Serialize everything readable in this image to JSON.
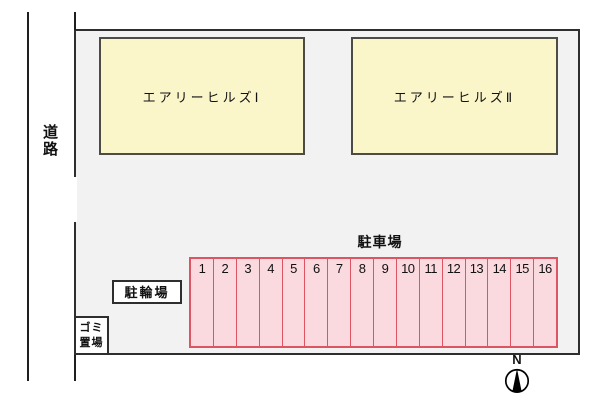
{
  "road": {
    "label": "道路"
  },
  "buildings": [
    {
      "id": "building-1",
      "label": "エアリーヒルズⅠ"
    },
    {
      "id": "building-2",
      "label": "エアリーヒルズⅡ"
    }
  ],
  "parking": {
    "label": "駐車場",
    "spaces": [
      "1",
      "2",
      "3",
      "4",
      "5",
      "6",
      "7",
      "8",
      "9",
      "10",
      "11",
      "12",
      "13",
      "14",
      "15",
      "16"
    ]
  },
  "bicycle_parking": {
    "label": "駐輪場"
  },
  "garbage_area": {
    "lines": [
      "ゴミ",
      "置場"
    ]
  },
  "compass": {
    "label": "N"
  },
  "colors": {
    "site_fill": "#f2f2f2",
    "outline": "#2e2e2e",
    "building_fill": "#fbf6ca",
    "building_border": "#4c4c44",
    "parking_fill": "#fad9df",
    "parking_border": "#dd5563",
    "road_line": "#1f1f1f"
  }
}
